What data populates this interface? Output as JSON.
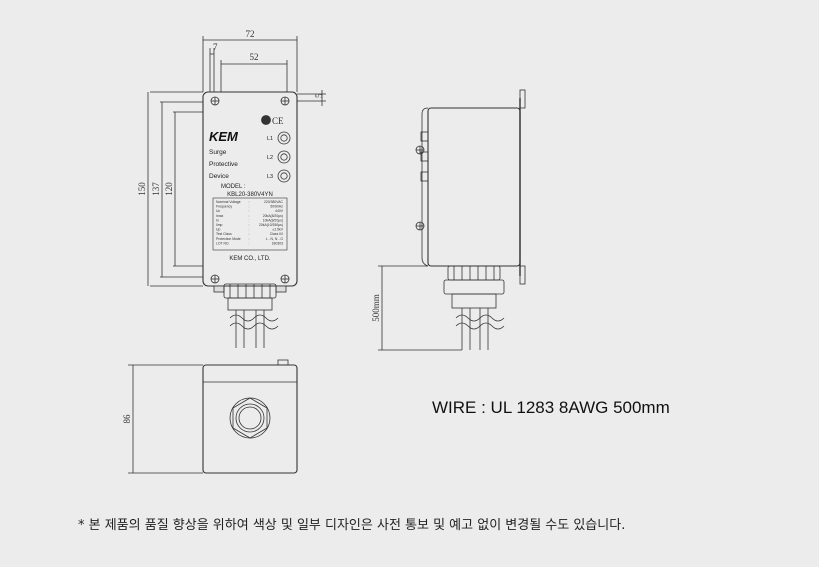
{
  "front_view": {
    "brand": "KEM",
    "label_line1": "Surge",
    "label_line2": "Protective",
    "label_line3": "Device",
    "leds": [
      "L1",
      "L2",
      "L3"
    ],
    "model_caption": "MODEL :",
    "model_number": "KBL20-380V4YN",
    "spec_rows": [
      [
        "Nominal Voltage",
        ":",
        "220/380VAC"
      ],
      [
        "Frequency",
        ":",
        "50/60Hz"
      ],
      [
        "Uc",
        ":",
        "440V"
      ],
      [
        "Imax",
        ":",
        "20kA(8/20µs)"
      ],
      [
        "In",
        ":",
        "10kA(8/20µs)"
      ],
      [
        "Iimp",
        ":",
        "20kA(10/350µs)"
      ],
      [
        "Up",
        ":",
        "≤1.5kV"
      ],
      [
        "Test Class",
        ":",
        "Class II/I"
      ],
      [
        "Protection Mode",
        ":",
        "L - N, N - G"
      ],
      [
        "LOT NO.",
        ":",
        "180303"
      ]
    ],
    "company": "KEM CO., LTD."
  },
  "dimensions": {
    "width_total": "72",
    "width_inner": "52",
    "offset_left": "7",
    "offset_top": "5",
    "height_150": "150",
    "height_137": "137",
    "height_120": "120",
    "wire_length": "500mm",
    "depth": "86"
  },
  "wire_note": "WIRE : UL 1283 8AWG 500mm",
  "footnote": "* 본 제품의 품질 향상을 위하여 색상 및 일부 디자인은 사전 통보 및 예고 없이 변경될 수도 있습니다."
}
